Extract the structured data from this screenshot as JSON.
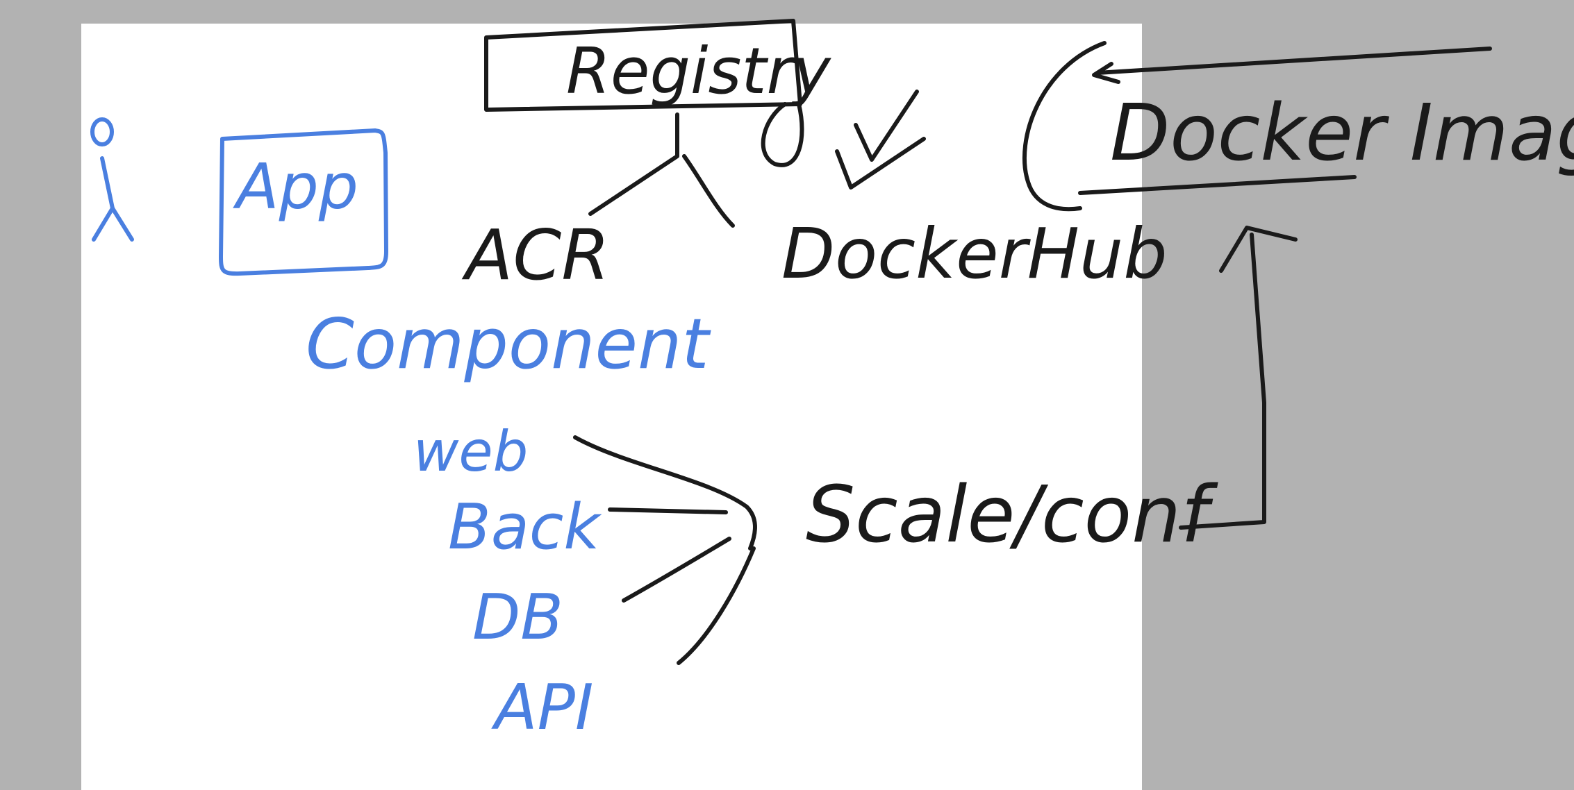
{
  "labels": {
    "registry": "Registry",
    "acr": "ACR",
    "dockerhub": "DockerHub",
    "docker_image": "Docker Image",
    "scale_conf": "Scale/conf",
    "app": "App",
    "component": "Component",
    "web": "web",
    "back": "Back",
    "db": "DB",
    "api": "API"
  },
  "colors": {
    "background": "#b2b2b2",
    "page": "#ffffff",
    "ink_black": "#1a1a1a",
    "ink_blue": "#4a7fe0"
  }
}
